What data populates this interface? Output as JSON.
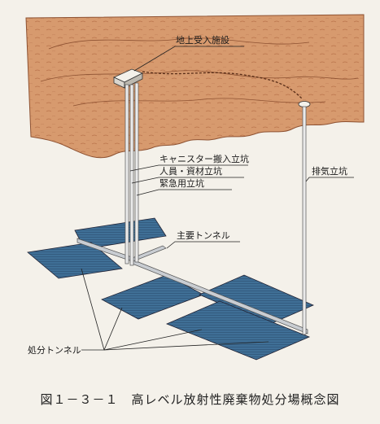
{
  "labels": {
    "surface_facility": "地上受入施設",
    "canister_shaft": "キャニスター搬入立坑",
    "personnel_shaft": "人員・資材立坑",
    "emergency_shaft": "緊急用立坑",
    "exhaust_shaft": "排気立坑",
    "main_tunnel": "主要トンネル",
    "disposal_tunnel": "処分トンネル"
  },
  "caption": "図１－３－１　高レベル放射性廃棄物処分場概念図",
  "colors": {
    "rock": "#d79a6e",
    "rock_shade": "#b9724a",
    "panel": "#3f6f96",
    "panel_line": "#2a4f70",
    "tunnel": "#c9cdd2",
    "shaft": "#e8e8e8"
  }
}
